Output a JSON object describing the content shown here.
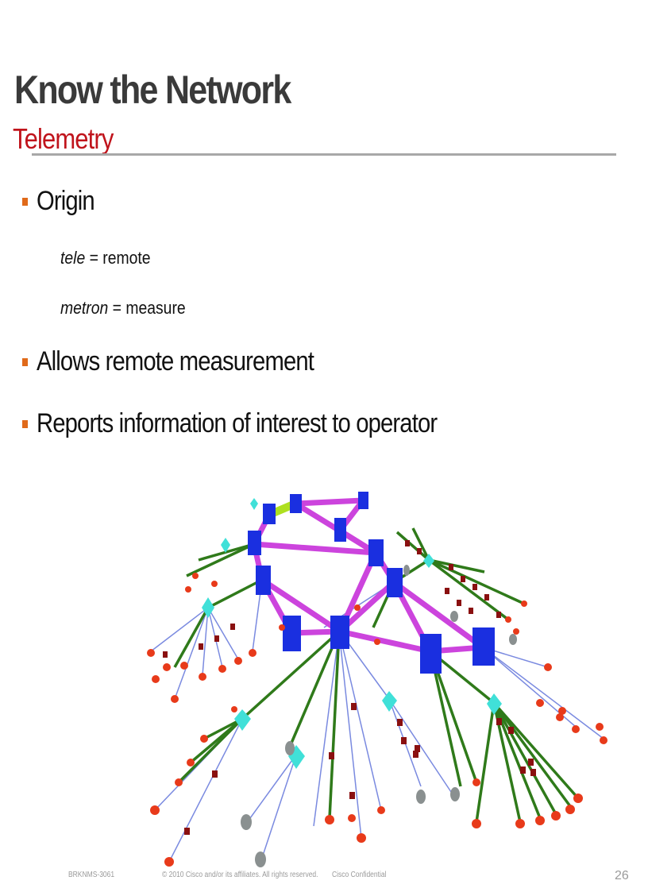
{
  "slide": {
    "title": "Know the Network",
    "subtitle": "Telemetry",
    "colors": {
      "title": "#3a3a3a",
      "subtitle": "#c0141c",
      "bullet": "#e06a1a",
      "divider": "#a8a8a8"
    }
  },
  "bullets": [
    {
      "text": "Origin",
      "sub": [
        {
          "term": "tele",
          "rest": " = remote"
        },
        {
          "term": "metron",
          "rest": " = measure"
        }
      ]
    },
    {
      "text": "Allows remote measurement"
    },
    {
      "text": "Reports information of interest to operator"
    }
  ],
  "diagram": {
    "description": "Network topology graph: blue core routers linked by magenta backbone links, cyan aggregation nodes, red/maroon edge nodes and grey endpoints connected by green and blue links",
    "legend_colors": {
      "core_router": "#1a2fe0",
      "backbone_link": "#cc44dd",
      "highlight_link": "#aee020",
      "aggregation_node": "#40e0d8",
      "edge_node": "#e83a1a",
      "edge_node_dark": "#8a1010",
      "endpoint": "#8a9090",
      "green_link": "#2f7a1a",
      "blue_link": "#7a8ae0"
    }
  },
  "footer": {
    "session_id": "BRKNMS-3061",
    "copyright": "© 2010 Cisco and/or its affiliates. All rights reserved.",
    "confidential": "Cisco Confidential",
    "page_number": "26"
  }
}
